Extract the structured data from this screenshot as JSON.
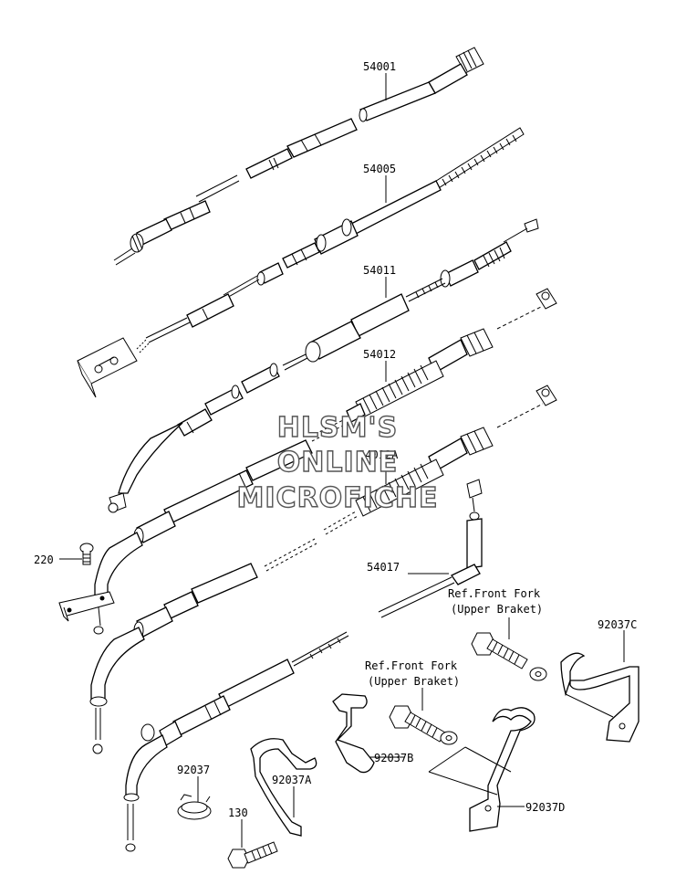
{
  "watermark": {
    "line1": "HLSM'S",
    "line2": "ONLINE",
    "line3": "MICROFICHE"
  },
  "labels": {
    "p54001": "54001",
    "p54005": "54005",
    "p54011": "54011",
    "p54012": "54012",
    "p54012A": "54012A",
    "p54017": "54017",
    "p220": "220",
    "p92037": "92037",
    "p92037A": "92037A",
    "p92037B": "92037B",
    "p92037C": "92037C",
    "p92037D": "92037D",
    "p130": "130",
    "ref1_line1": "Ref.Front Fork",
    "ref1_line2": "(Upper Braket)",
    "ref2_line1": "Ref.Front Fork",
    "ref2_line2": "(Upper Braket)"
  }
}
